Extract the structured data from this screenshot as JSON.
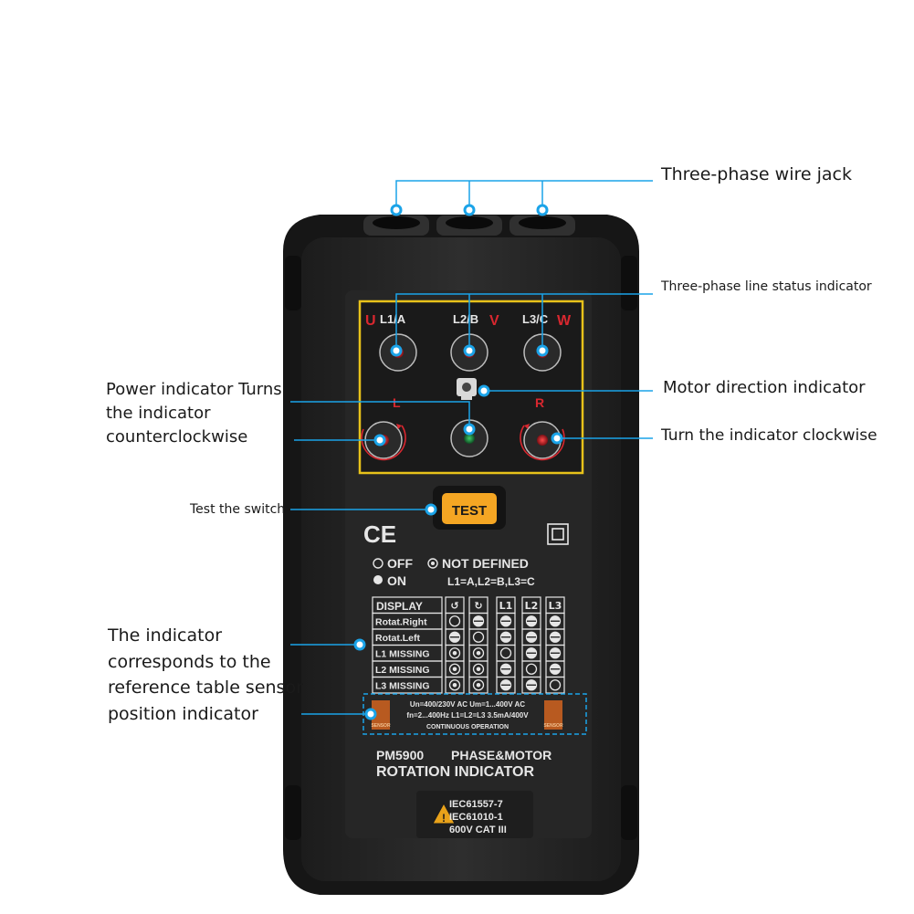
{
  "callouts": {
    "wire_jack": "Three-phase wire jack",
    "line_status": "Three-phase line status indicator",
    "motor_direction": "Motor direction indicator",
    "power_indicator": "Power indicator Turns\n the indicator\ncounterclockwise",
    "clockwise": "Turn the indicator clockwise",
    "test_switch": "Test the switch",
    "reference_table": "The indicator\ncorresponds to the\nreference table sensor\n position indicator"
  },
  "panel": {
    "u_letter": "U",
    "l1_label": "L1/A",
    "l2_label": "L2/B",
    "v_letter": "V",
    "l3_label": "L3/C",
    "w_letter": "W",
    "left_letter": "L",
    "right_letter": "R"
  },
  "test_button": "TEST",
  "ce_mark": "CE",
  "legend": {
    "off": "OFF",
    "not_defined": "NOT DEFINED",
    "on": "ON",
    "mapping": "L1=A,L2=B,L3=C"
  },
  "table": {
    "header": [
      "DISPLAY",
      "↺",
      "↻",
      "L1",
      "L2",
      "L3"
    ],
    "rows": [
      {
        "label": "Rotat.Right",
        "cells": [
          "off",
          "on",
          "on",
          "on",
          "on"
        ]
      },
      {
        "label": "Rotat.Left",
        "cells": [
          "on",
          "off",
          "on",
          "on",
          "on"
        ]
      },
      {
        "label": "L1 MISSING",
        "cells": [
          "nd",
          "nd",
          "off",
          "on",
          "on"
        ]
      },
      {
        "label": "L2 MISSING",
        "cells": [
          "nd",
          "nd",
          "on",
          "off",
          "on"
        ]
      },
      {
        "label": "L3 MISSING",
        "cells": [
          "nd",
          "nd",
          "on",
          "on",
          "off"
        ]
      }
    ]
  },
  "specs": {
    "line1": "Un=400/230V AC   Um=1...400V AC",
    "line2": "fn=2...400Hz  L1=L2=L3 3.5mA/400V",
    "line3": "CONTINUOUS OPERATION",
    "sensor": "SENSOR"
  },
  "model": {
    "code": "PM5900",
    "title1": "PHASE&MOTOR",
    "title2": "ROTATION  INDICATOR"
  },
  "standards": {
    "line1": "IEC61557-7",
    "line2": "IEC61010-1",
    "line3": "600V CAT III"
  },
  "colors": {
    "callout_blue": "#1aa3e8",
    "panel_yellow": "#e8c21a",
    "button_orange": "#f5a623",
    "body_black": "#2a2a2a",
    "led_red": "#c8202a",
    "led_green": "#1d8a3a"
  }
}
